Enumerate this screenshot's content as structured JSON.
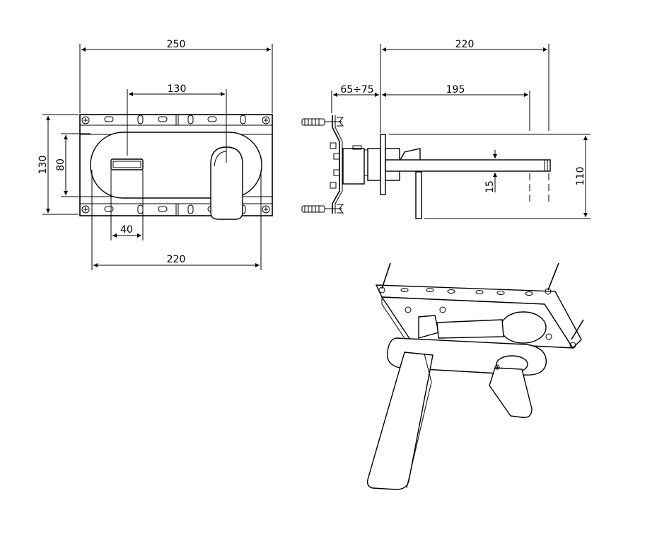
{
  "front_view": {
    "dims": {
      "overall_width": "250",
      "spout_to_handle": "130",
      "height": "130",
      "escutcheon_height": "80",
      "handle_width": "40",
      "escutcheon_width": "220"
    }
  },
  "side_view": {
    "dims": {
      "projection": "220",
      "wall_depth": "65÷75",
      "spout_reach": "195",
      "spout_height": "15",
      "total_height": "110"
    }
  }
}
